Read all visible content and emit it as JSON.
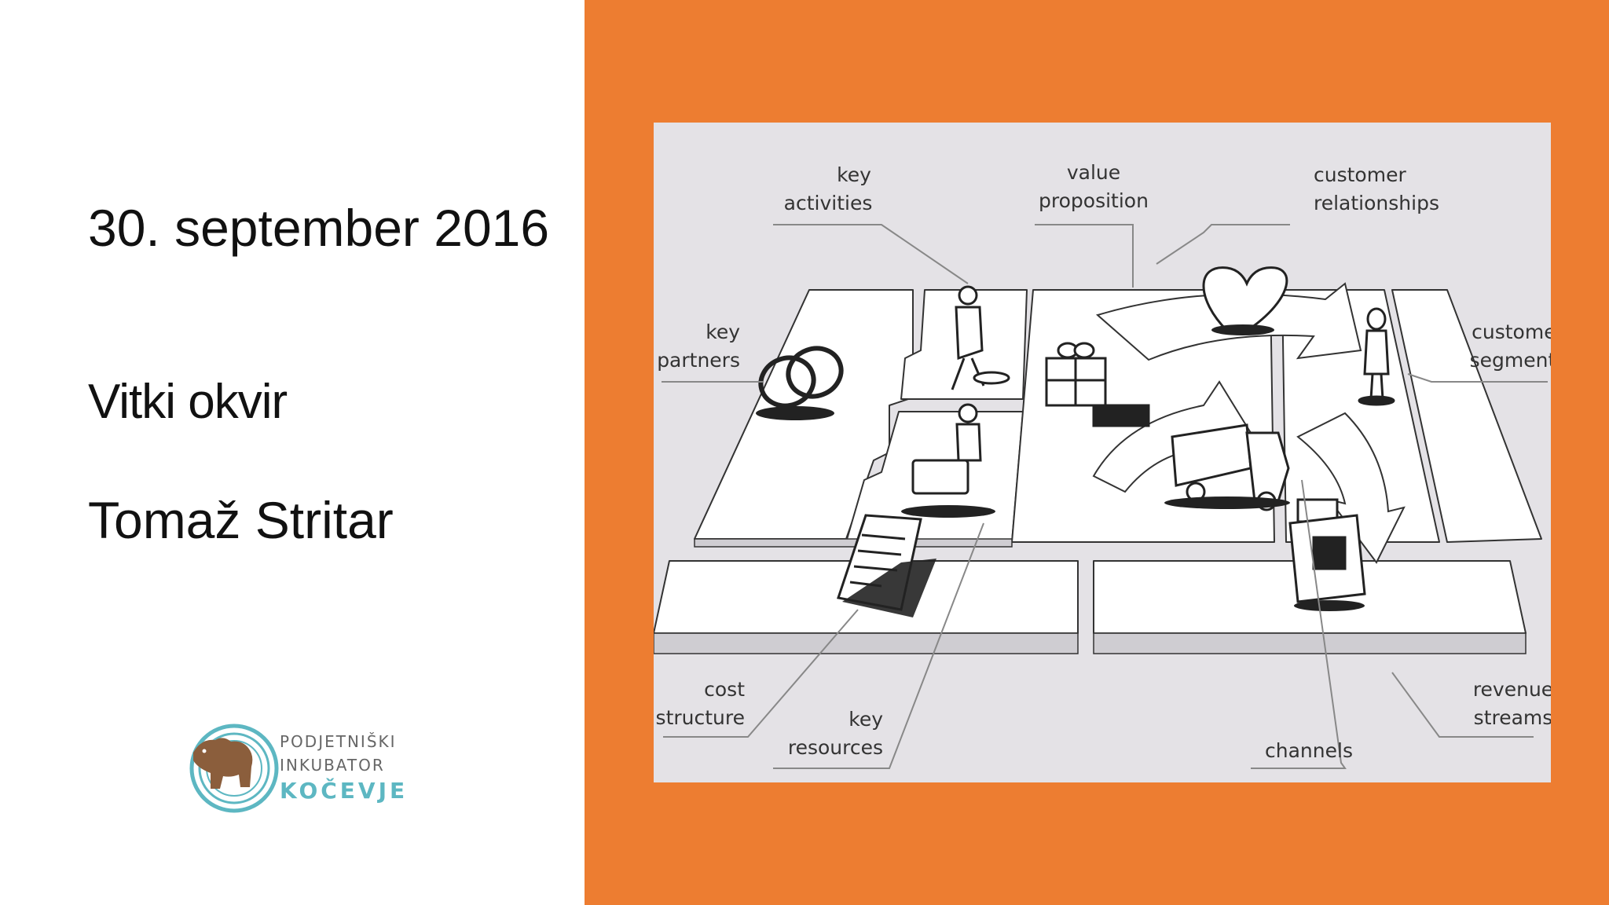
{
  "slide": {
    "date": "30. september 2016",
    "title": "Vitki okvir",
    "author": "Tomaž Stritar"
  },
  "logo": {
    "line1": "PODJETNIŠKI",
    "line2": "INKUBATOR",
    "line3": "KOČEVJE",
    "icon": "bear-icon",
    "accent_color": "#5db7c2",
    "bear_color": "#8b5e3c"
  },
  "colors": {
    "panel": "#ed7d31",
    "canvas_bg": "#e4e2e6"
  },
  "canvas": {
    "labels": {
      "key_activities": [
        "key",
        "activities"
      ],
      "value_proposition": [
        "value",
        "proposition"
      ],
      "customer_relationships": [
        "customer",
        "relationships"
      ],
      "key_partners": [
        "key",
        "partners"
      ],
      "customer_segments": [
        "customer",
        "segments"
      ],
      "cost_structure": [
        "cost",
        "structure"
      ],
      "key_resources": [
        "key",
        "resources"
      ],
      "channels": [
        "channels"
      ],
      "revenue_streams": [
        "revenue",
        "streams"
      ]
    },
    "icons": [
      "rings-icon",
      "worker-icon",
      "gift-icon",
      "heart-icon",
      "person-icon",
      "truck-icon",
      "cash-register-icon",
      "document-icon"
    ]
  }
}
